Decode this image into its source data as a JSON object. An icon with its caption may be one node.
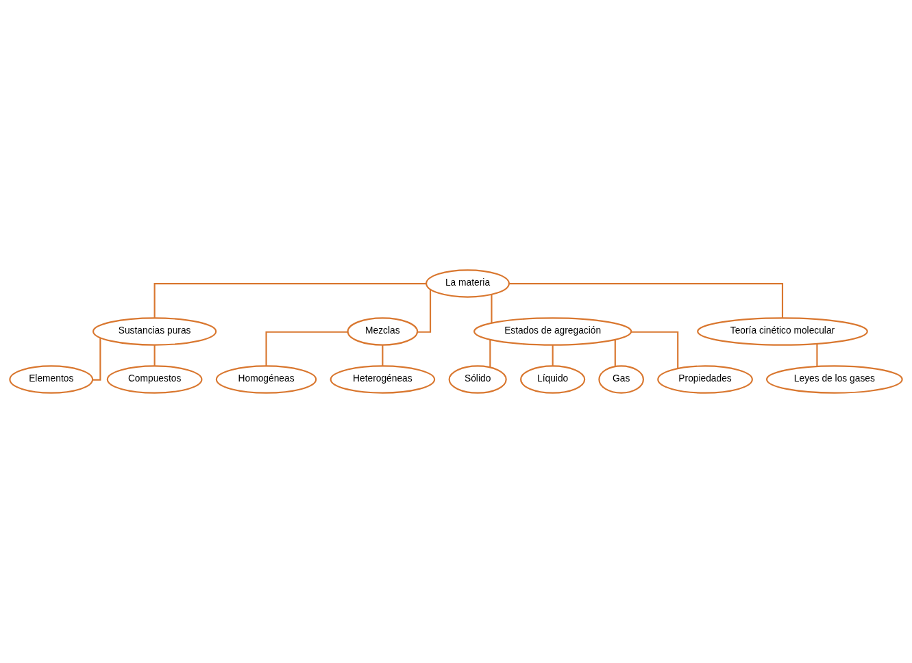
{
  "diagram": {
    "nodes": [
      {
        "text": [
          "La materia"
        ]
      },
      {
        "text": [
          "Sustancias puras"
        ]
      },
      {
        "text": [
          "Mezclas"
        ]
      },
      {
        "text": [
          "Estados de agregación"
        ]
      },
      {
        "text": [
          "Teoría cinético molecular"
        ]
      },
      {
        "text": [
          "Elementos"
        ]
      },
      {
        "text": [
          "Compuestos"
        ]
      },
      {
        "text": [
          "Homogéneas"
        ]
      },
      {
        "text": [
          "Heterogéneas"
        ]
      },
      {
        "text": [
          "Sólido"
        ]
      },
      {
        "text": [
          "Líquido"
        ]
      },
      {
        "text": [
          "Gas"
        ]
      },
      {
        "text": [
          "Propiedades"
        ]
      },
      {
        "text": [
          "Leyes de los gases"
        ]
      }
    ],
    "edges": [
      {
        "from": 0,
        "to": 1,
        "arrow": "none"
      },
      {
        "from": 0,
        "to": 2,
        "arrow": "none"
      },
      {
        "from": 0,
        "to": 3,
        "arrow": "none"
      },
      {
        "from": 0,
        "to": 4,
        "arrow": "none"
      },
      {
        "from": 1,
        "to": 5,
        "arrow": "none"
      },
      {
        "from": 1,
        "to": 6,
        "arrow": "none"
      },
      {
        "from": 2,
        "to": 7,
        "arrow": "none"
      },
      {
        "from": 2,
        "to": 8,
        "arrow": "none"
      },
      {
        "from": 3,
        "to": 9,
        "arrow": "none"
      },
      {
        "from": 3,
        "to": 10,
        "arrow": "none"
      },
      {
        "from": 3,
        "to": 11,
        "arrow": "none"
      },
      {
        "from": 3,
        "to": 12,
        "arrow": "none"
      },
      {
        "from": 4,
        "to": 13,
        "arrow": "none"
      }
    ]
  }
}
